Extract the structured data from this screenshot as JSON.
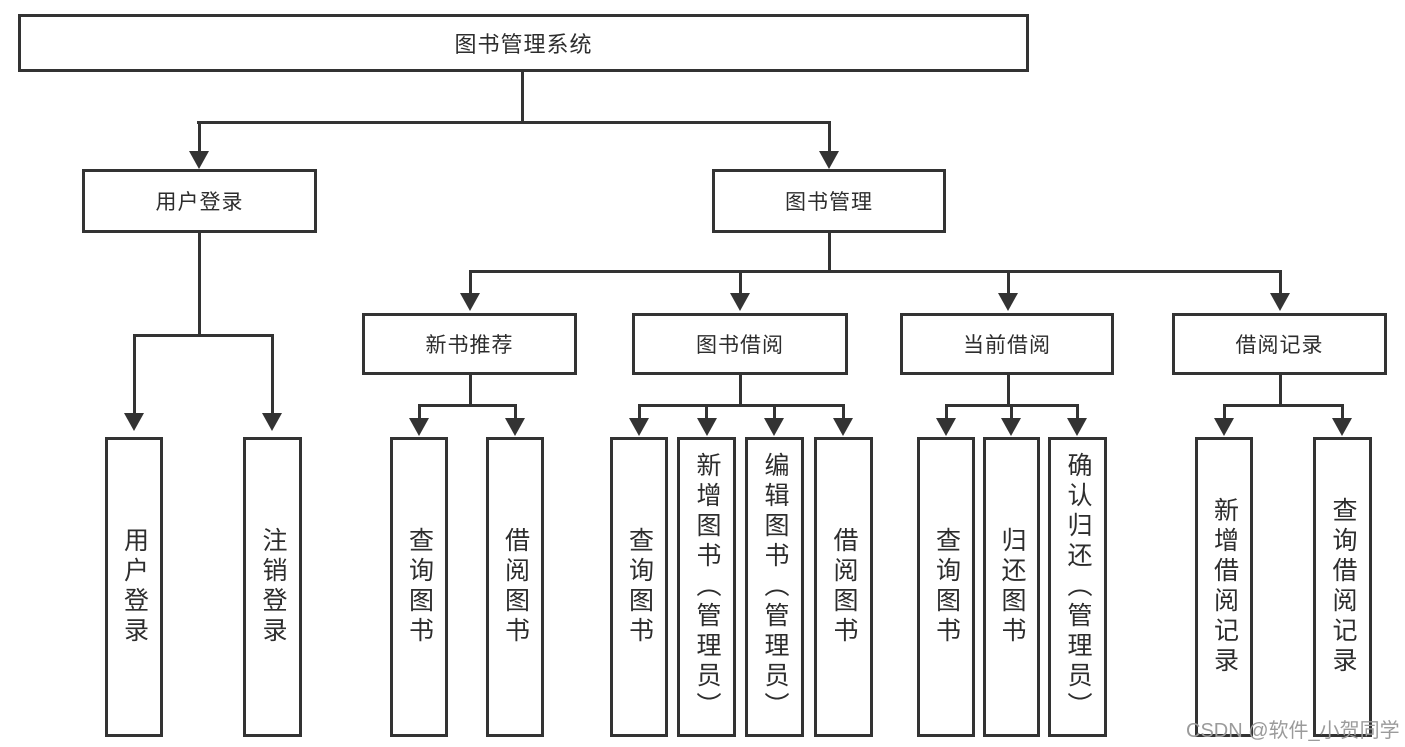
{
  "colors": {
    "line": "#333333",
    "text": "#2d2d2d",
    "watermark": "#9b9b9b",
    "background": "#ffffff"
  },
  "tree": {
    "root": {
      "label": "图书管理系统",
      "children": [
        {
          "label": "用户登录",
          "children": [
            {
              "label": "用户登录"
            },
            {
              "label": "注销登录"
            }
          ]
        },
        {
          "label": "图书管理",
          "children": [
            {
              "label": "新书推荐",
              "children": [
                {
                  "label": "查询图书"
                },
                {
                  "label": "借阅图书"
                }
              ]
            },
            {
              "label": "图书借阅",
              "children": [
                {
                  "label": "查询图书"
                },
                {
                  "label": "新增图书（管理员）"
                },
                {
                  "label": "编辑图书（管理员）"
                },
                {
                  "label": "借阅图书"
                }
              ]
            },
            {
              "label": "当前借阅",
              "children": [
                {
                  "label": "查询图书"
                },
                {
                  "label": "归还图书"
                },
                {
                  "label": "确认归还（管理员）"
                }
              ]
            },
            {
              "label": "借阅记录",
              "children": [
                {
                  "label": "新增借阅记录"
                },
                {
                  "label": "查询借阅记录"
                }
              ]
            }
          ]
        }
      ]
    }
  },
  "watermark": {
    "text": "CSDN @软件_小贺同学"
  }
}
